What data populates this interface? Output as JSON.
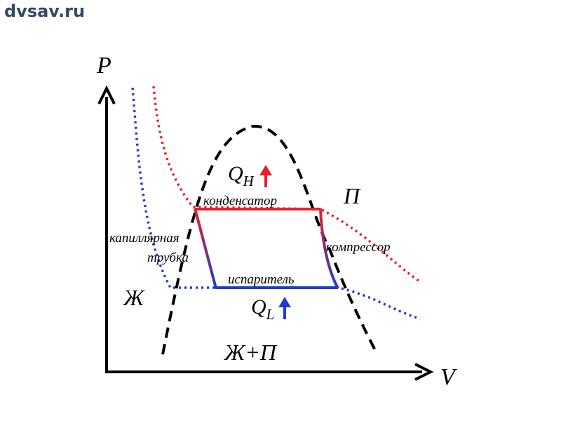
{
  "watermark": "dvsav.ru",
  "axes": {
    "y_label": "P",
    "x_label": "V"
  },
  "heat": {
    "q_high": "Q",
    "q_high_sub": "H",
    "q_low": "Q",
    "q_low_sub": "L"
  },
  "labels": {
    "condenser": "конденсатор",
    "evaporator": "испаритель",
    "compressor": "компрессор",
    "capillary_line1": "капиллярная",
    "capillary_line2": "трубка",
    "vapor": "П",
    "liquid": "Ж",
    "mixture": "Ж+П"
  },
  "colors": {
    "condenser": "#e8202a",
    "evaporator": "#1f3ccf",
    "dome": "#000000",
    "q_high_arrow": "#e8202a",
    "q_low_arrow": "#1f3ccf"
  }
}
